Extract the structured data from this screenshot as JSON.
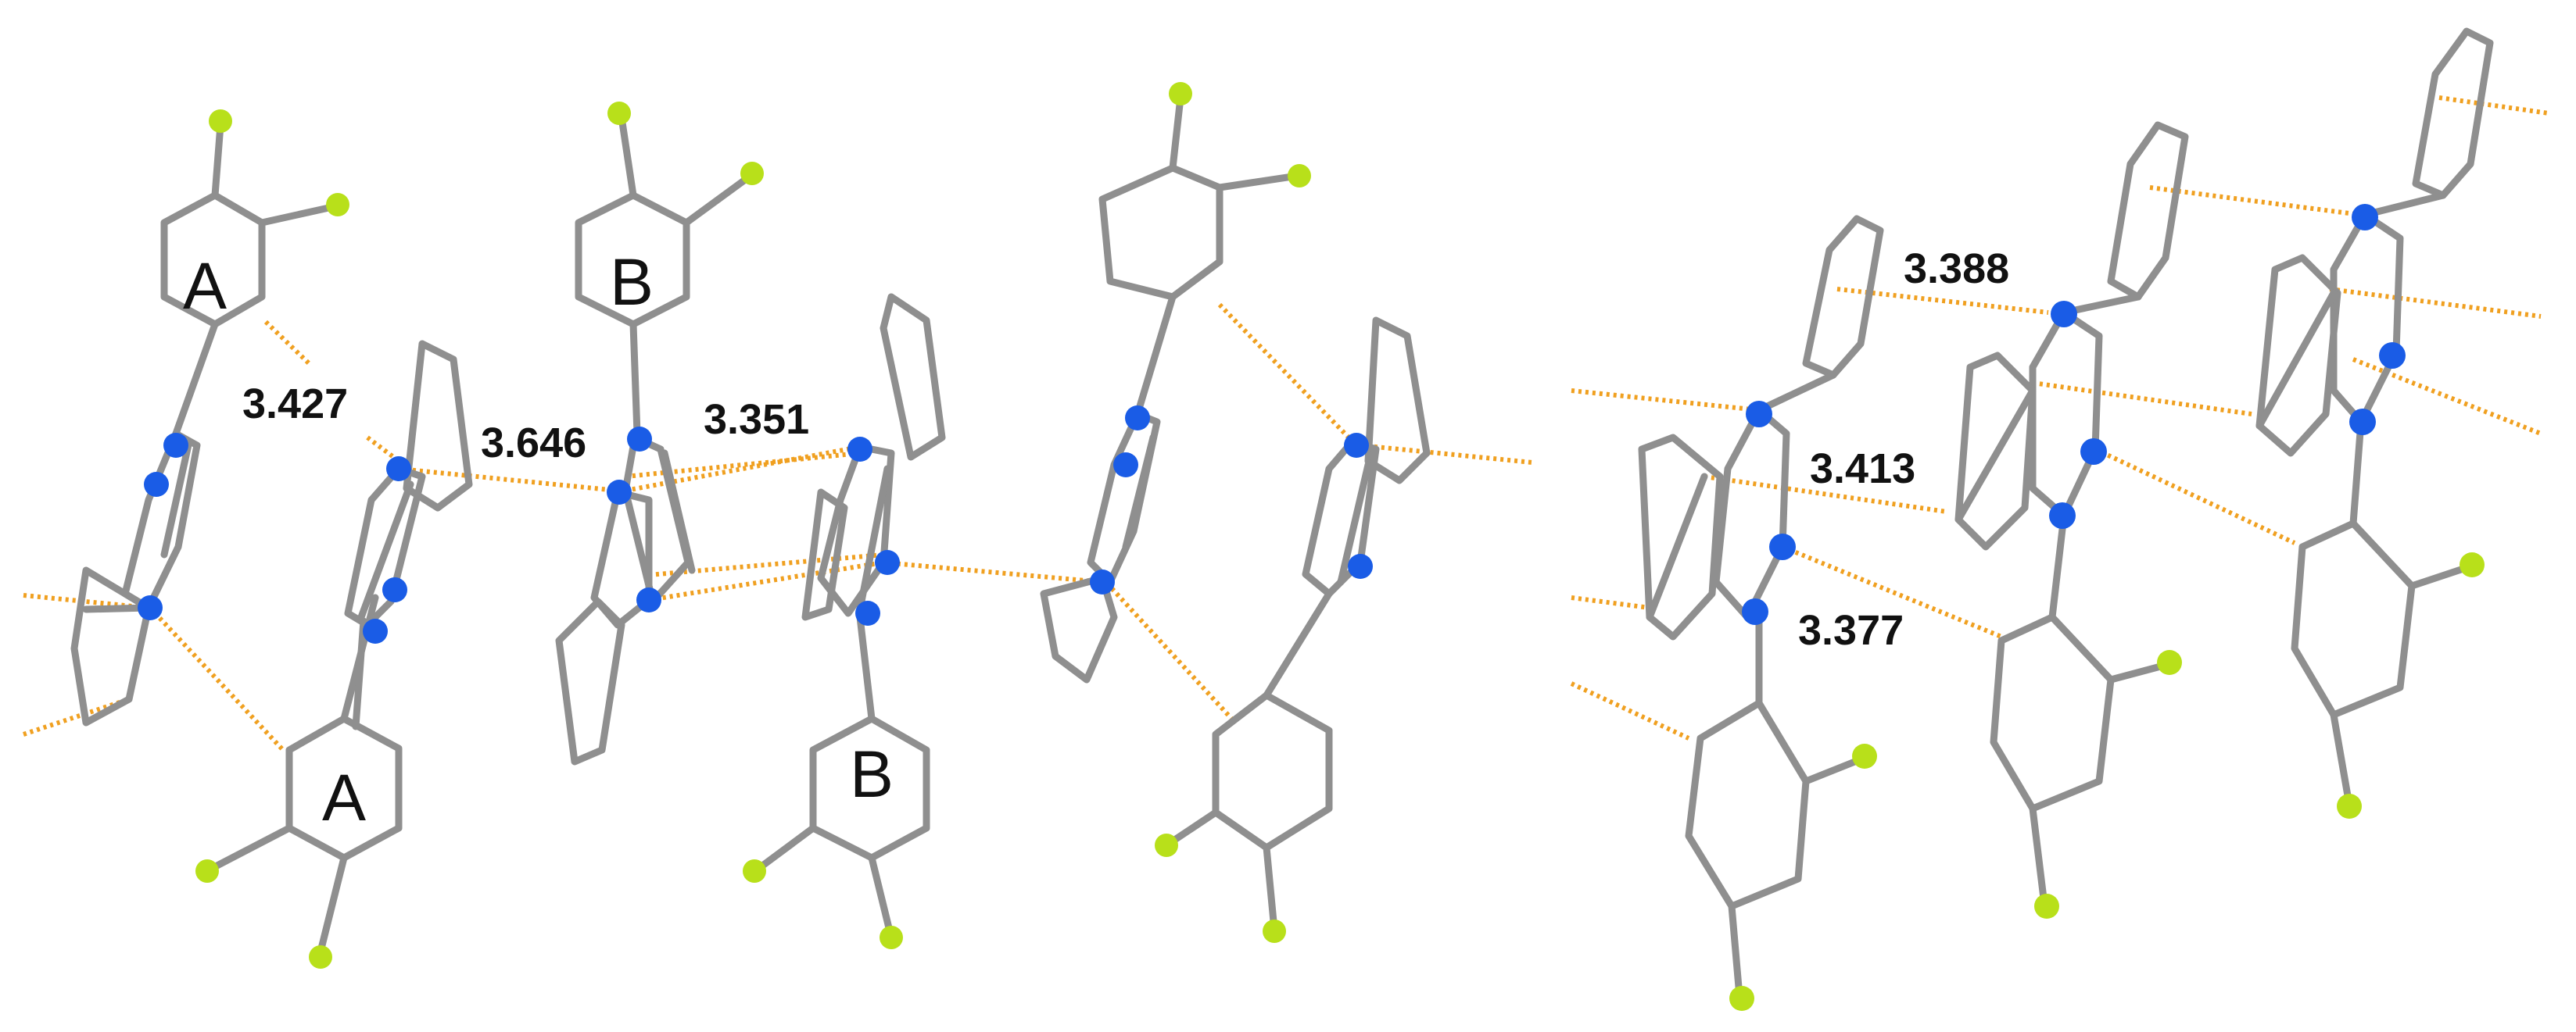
{
  "colors": {
    "bond": "#8f8f8f",
    "nitrogen": "#1a5ce6",
    "fluorine": "#b8e01a",
    "contact": "#f0a020",
    "background": "#ffffff"
  },
  "left_panel": {
    "ring_labels": {
      "a_top": "A",
      "a_bottom": "A",
      "b_top": "B",
      "b_bottom": "B"
    },
    "distances": {
      "d1": "3.427",
      "d2": "3.646",
      "d3": "3.351"
    }
  },
  "right_panel": {
    "distances": {
      "d1": "3.388",
      "d2": "3.413",
      "d3": "3.377"
    }
  }
}
